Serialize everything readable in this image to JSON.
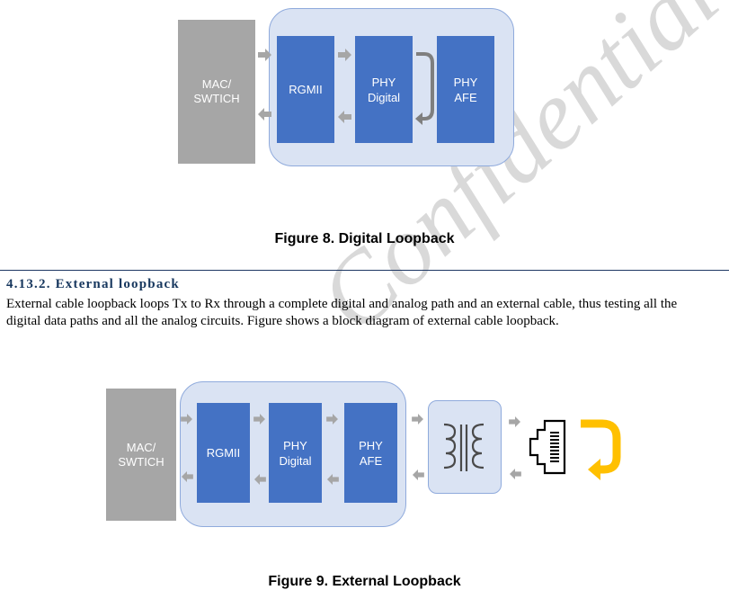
{
  "figure8": {
    "caption": "Figure 8. Digital Loopback",
    "mac_label": "MAC/\nSWTICH",
    "blocks": [
      "RGMII",
      "PHY\nDigital",
      "PHY\nAFE"
    ]
  },
  "section": {
    "heading": "4.13.2. External loopback",
    "body": "External cable loopback loops Tx to Rx through a complete digital and analog path and an external cable, thus testing all the digital data paths and all the analog circuits. Figure shows a block diagram of external cable loopback."
  },
  "figure9": {
    "caption": "Figure 9. External Loopback",
    "mac_label": "MAC/\nSWTICH",
    "blocks": [
      "RGMII",
      "PHY\nDigital",
      "PHY\nAFE"
    ]
  },
  "watermark": {
    "text": "Confidential"
  },
  "colors": {
    "block": "#4472c4",
    "region": "#dae3f3",
    "mac": "#a6a6a6",
    "arrow": "#a6a6a6",
    "loop_arrow": "#ffc000",
    "heading": "#17375e"
  }
}
